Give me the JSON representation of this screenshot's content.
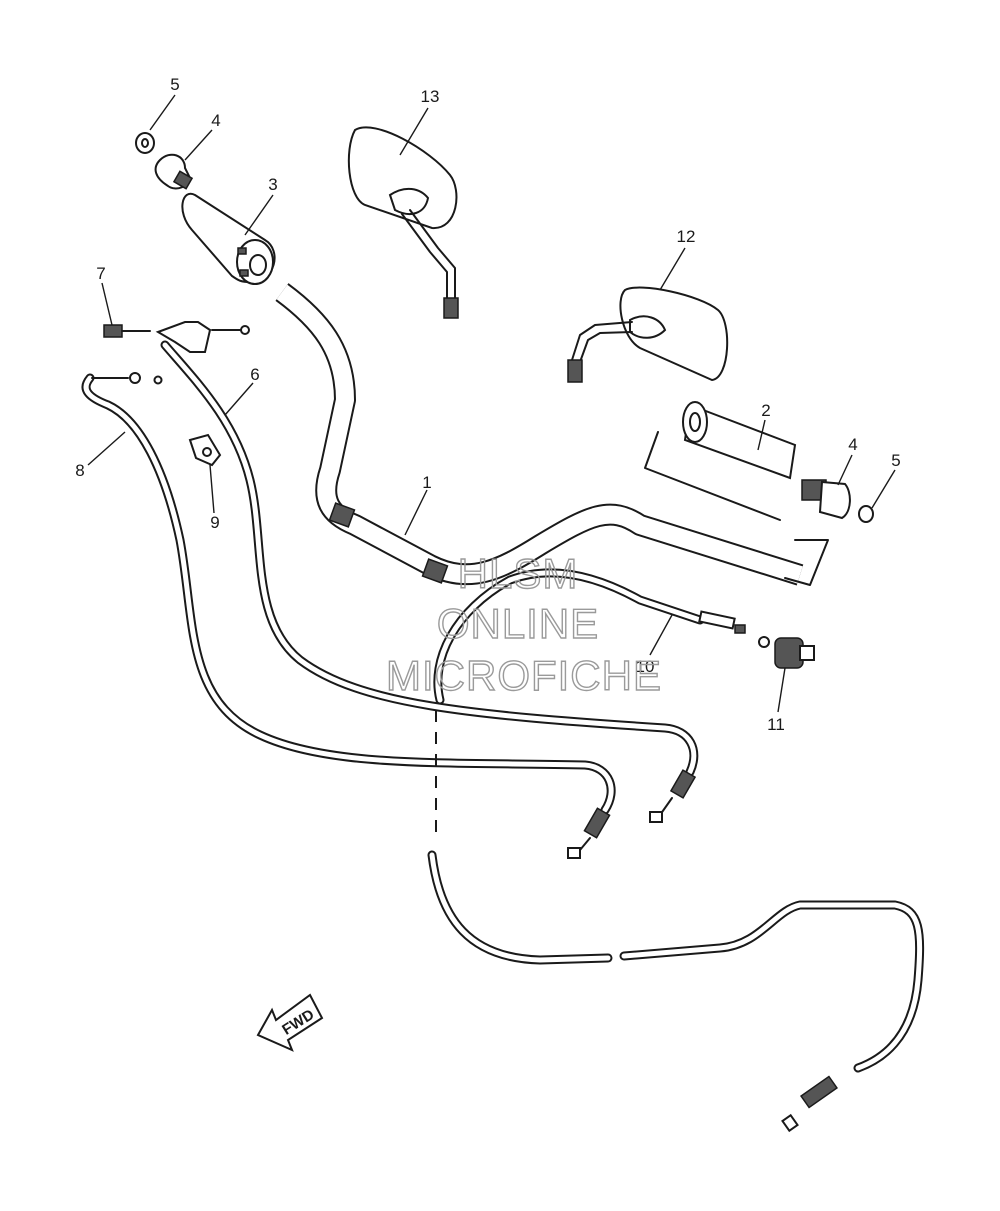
{
  "callouts": {
    "c1": "1",
    "c2": "2",
    "c3": "3",
    "c4a": "4",
    "c4b": "4",
    "c5a": "5",
    "c5b": "5",
    "c6": "6",
    "c7": "7",
    "c8": "8",
    "c9": "9",
    "c10": "10",
    "c11": "11",
    "c12": "12",
    "c13": "13"
  },
  "watermark": {
    "line1": "HLSM",
    "line2": "ONLINE",
    "line3": "MICROFICHE"
  },
  "direction_label": "FWD"
}
